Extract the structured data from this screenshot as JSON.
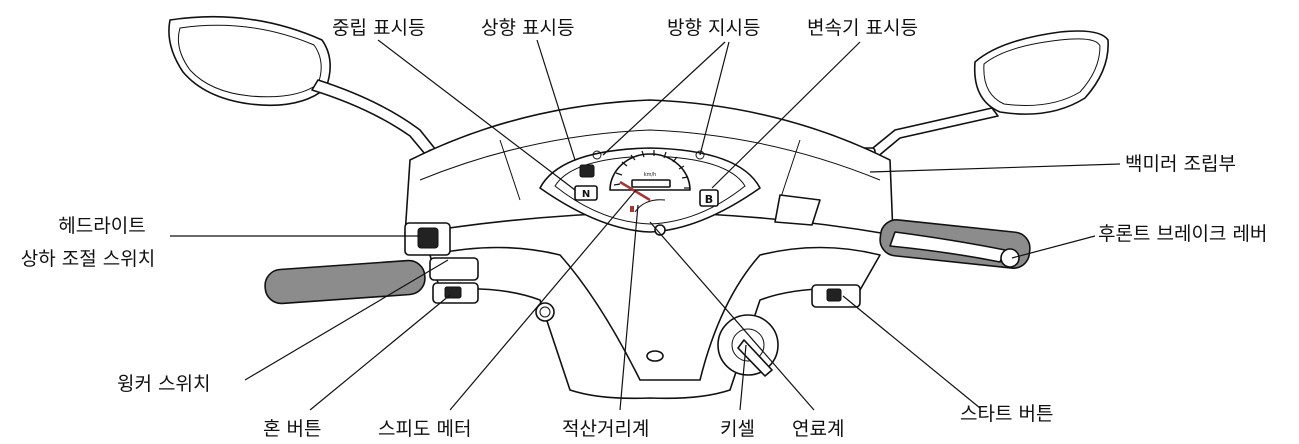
{
  "labels": {
    "neutral_indicator": "중립 표시등",
    "high_beam_indicator": "상향 표시등",
    "turn_indicator": "방향 지시등",
    "gear_indicator": "변속기 표시등",
    "mirror_mount": "백미러 조립부",
    "headlight_switch_line1": "헤드라이트",
    "headlight_switch_line2": "상하 조절 스위치",
    "front_brake_lever": "후론트 브레이크 레버",
    "winker_switch": "윙커 스위치",
    "horn_button": "혼 버튼",
    "speedometer": "스피도 메터",
    "odometer": "적산거리계",
    "key_cell": "키셀",
    "fuel_gauge": "연료계",
    "start_button": "스타트 버튼"
  },
  "dash": {
    "speed_unit": "km/h",
    "neutral_letter": "N",
    "gear_letter": "B"
  }
}
